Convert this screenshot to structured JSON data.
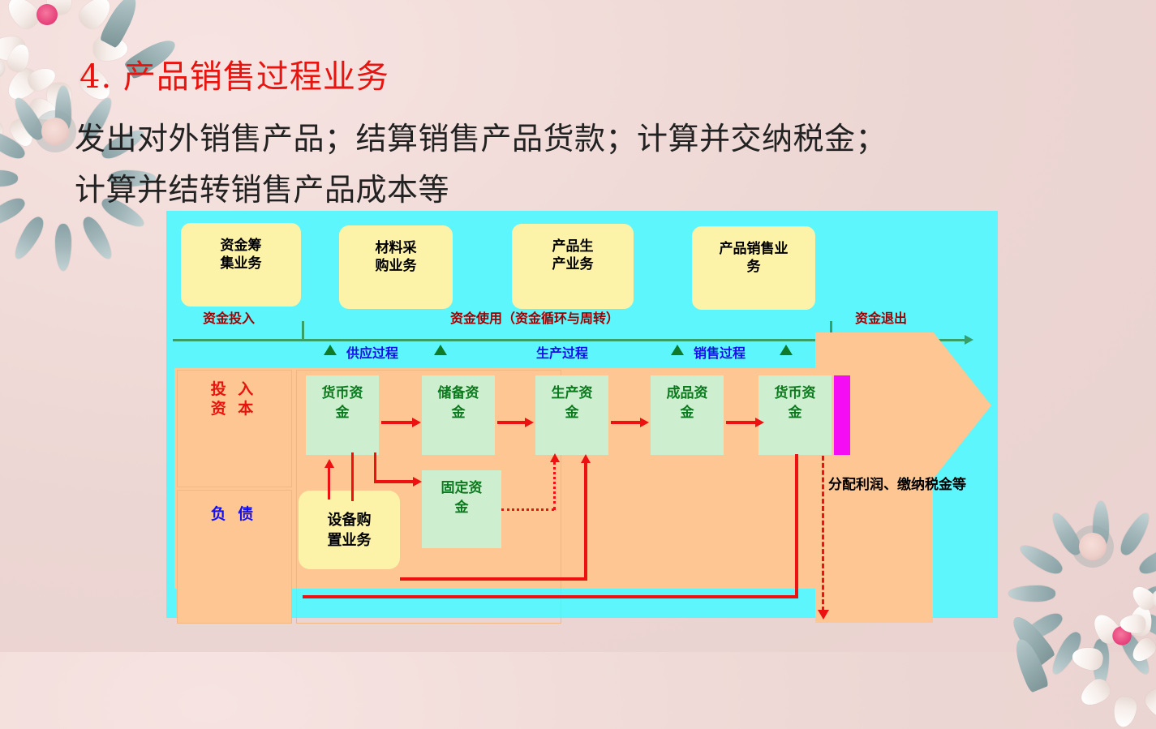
{
  "slide": {
    "heading": "4. 产品销售过程业务",
    "body_lines": [
      "发出对外销售产品；结算销售产品货款；计算并交纳税金；",
      "计算并结转销售产品成本等"
    ]
  },
  "diagram": {
    "top_boxes": [
      {
        "label": "资金筹\n集业务"
      },
      {
        "label": "材料采\n购业务"
      },
      {
        "label": "产品生\n产业务"
      },
      {
        "label": "产品销售业\n务"
      }
    ],
    "phase_labels": [
      {
        "text": "资金投入"
      },
      {
        "text": "资金使用（资金循环与周转）"
      },
      {
        "text": "资金退出"
      }
    ],
    "processes": [
      {
        "text": "供应过程"
      },
      {
        "text": "生产过程"
      },
      {
        "text": "销售过程"
      }
    ],
    "left_boxes": [
      {
        "label": "投 入\n资 本",
        "color": "#e8130d"
      },
      {
        "label": "负 债",
        "color": "#1510e8"
      }
    ],
    "fund_boxes": [
      {
        "label": "货币资\n金"
      },
      {
        "label": "储备资\n金"
      },
      {
        "label": "生产资\n金"
      },
      {
        "label": "成品资\n金"
      },
      {
        "label": "货币资\n金"
      }
    ],
    "fixed_fund_box": {
      "label": "固定资\n金"
    },
    "purchase_box": {
      "label": "设备购\n置业务"
    },
    "profit_note": "分配利润、缴纳税金等"
  },
  "colors": {
    "slide_bg": "#eed5d2",
    "heading_red": "#e8140f",
    "diagram_cyan": "#5cf6fc",
    "orange": "#fdc693",
    "yellow_box": "#fdf3a8",
    "green_box": "#ceefcf",
    "green_text": "#0b7a1e",
    "dark_red": "#9e0000",
    "blue": "#1510e8",
    "arrow_red": "#ee1111",
    "magenta": "#f50cf5",
    "axis_green": "#37a06a"
  }
}
